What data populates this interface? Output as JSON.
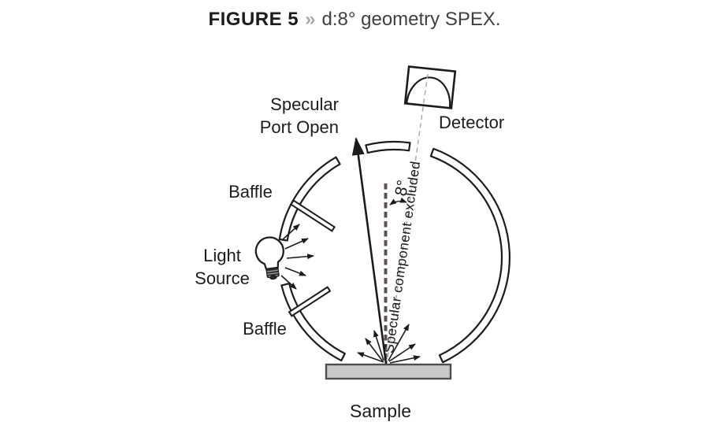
{
  "title": {
    "figure_label": "FIGURE 5",
    "separator": "»",
    "caption": "d:8° geometry SPEX."
  },
  "diagram": {
    "labels": {
      "specular_port": "Specular\nPort Open",
      "baffle_top": "Baffle",
      "light_source": "Light\nSource",
      "baffle_bottom": "Baffle",
      "detector": "Detector",
      "sample": "Sample",
      "angle": "8°",
      "excluded_note": "Specular component excluded"
    }
  },
  "colors": {
    "ink": "#1c1c1c",
    "caption-gray": "#3f3f3f",
    "separator-gray": "#a9a9a9",
    "sample-fill": "#c9c9c9",
    "sample-border": "#4e4e4e",
    "normal-dash": "#5d5050",
    "detector-dash": "#a5a5a5"
  }
}
